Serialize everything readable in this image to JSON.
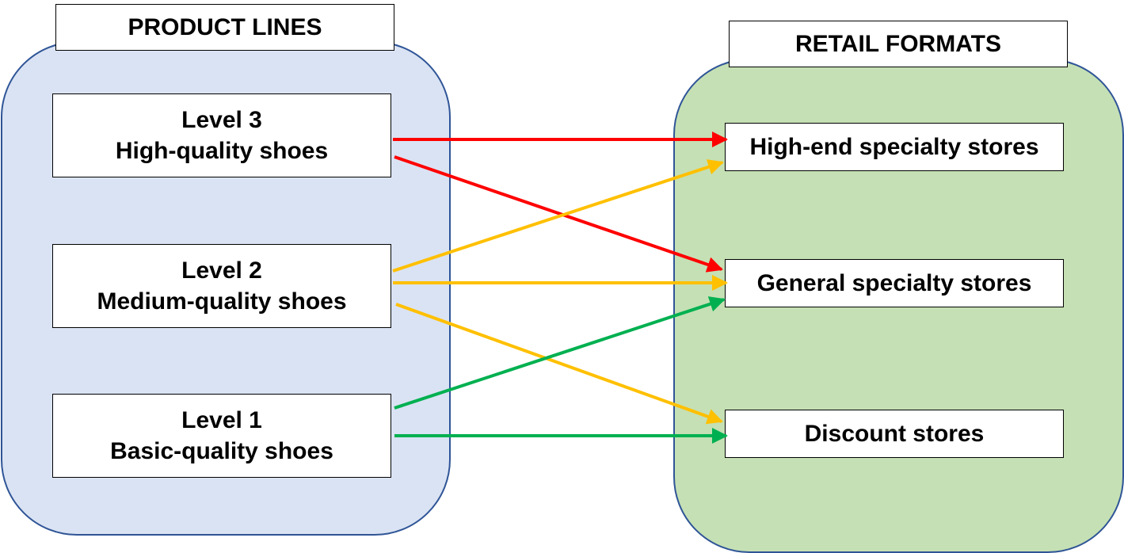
{
  "product_lines": {
    "title": "PRODUCT LINES",
    "levels": [
      {
        "level": "Level 3",
        "description": "High-quality shoes"
      },
      {
        "level": "Level 2",
        "description": "Medium-quality shoes"
      },
      {
        "level": "Level 1",
        "description": "Basic-quality shoes"
      }
    ]
  },
  "retail_formats": {
    "title": "RETAIL FORMATS",
    "stores": [
      "High-end specialty stores",
      "General specialty stores",
      "Discount stores"
    ]
  },
  "connections": [
    {
      "from": "Level 3",
      "to": "High-end specialty stores",
      "color": "#ff0000"
    },
    {
      "from": "Level 3",
      "to": "General specialty stores",
      "color": "#ff0000"
    },
    {
      "from": "Level 2",
      "to": "High-end specialty stores",
      "color": "#ffc000"
    },
    {
      "from": "Level 2",
      "to": "General specialty stores",
      "color": "#ffc000"
    },
    {
      "from": "Level 2",
      "to": "Discount stores",
      "color": "#ffc000"
    },
    {
      "from": "Level 1",
      "to": "General specialty stores",
      "color": "#00b050"
    },
    {
      "from": "Level 1",
      "to": "Discount stores",
      "color": "#00b050"
    }
  ],
  "colors": {
    "product_group_fill": "#dae3f3",
    "retail_group_fill": "#c5e0b4",
    "group_border": "#2f5597"
  }
}
